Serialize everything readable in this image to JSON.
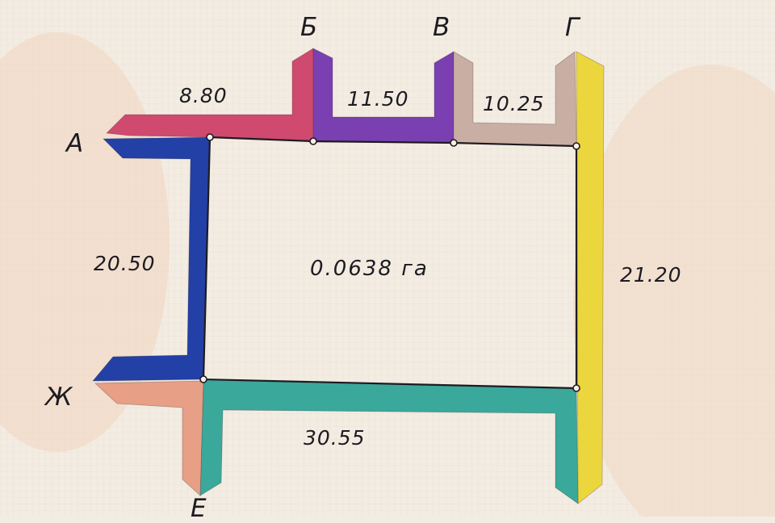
{
  "colors": {
    "paper": "#f3ece2",
    "pink": "#d0496f",
    "purple": "#7a3fb0",
    "beige": "#c9aea3",
    "yellow": "#ecd63e",
    "blue": "#2240a6",
    "teal": "#3aa89a",
    "salmon": "#e79f86",
    "boundary": "#1d1b22"
  },
  "points": {
    "a": "А",
    "b": "Б",
    "v": "В",
    "g": "Г",
    "zh": "Ж",
    "e": "Е"
  },
  "dimensions": {
    "ab": "8.80",
    "bv": "11.50",
    "vg": "10.25",
    "gd": "21.20",
    "zha": "20.50",
    "de": "30.55"
  },
  "area_label": "0.0638 га"
}
